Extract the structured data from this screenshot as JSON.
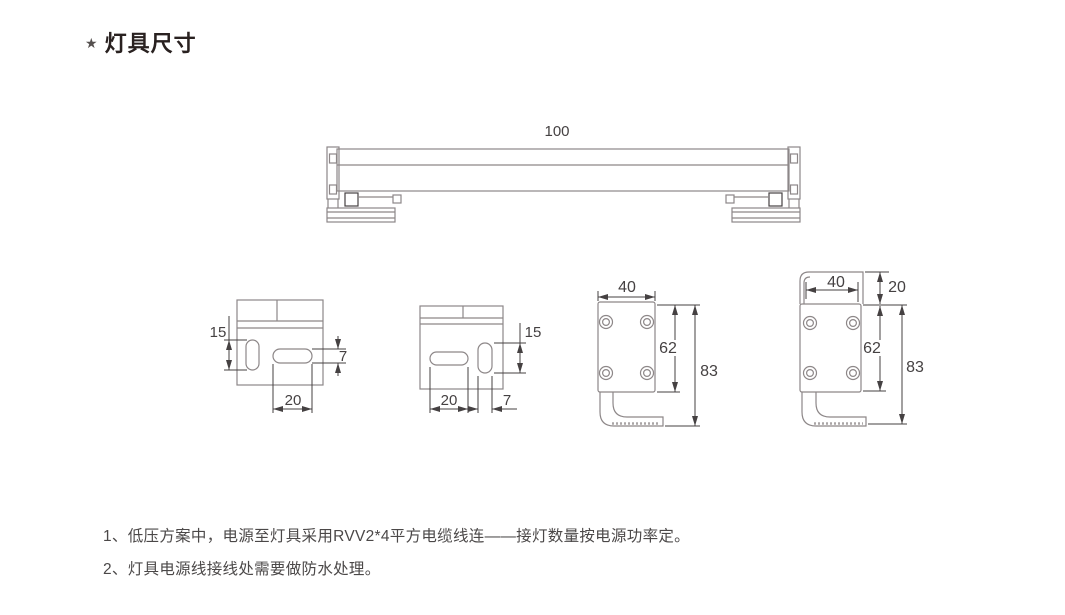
{
  "title": {
    "star": "★",
    "text": "灯具尺寸"
  },
  "front_view": {
    "length": "100"
  },
  "end_view_a": {
    "slot_height": "15",
    "slot_depth": "7",
    "slot_width": "20"
  },
  "end_view_b": {
    "slot_width": "20",
    "slot_height": "15",
    "slot_depth": "7"
  },
  "bracket_view_a": {
    "width": "40",
    "body_height": "62",
    "total_height": "83"
  },
  "bracket_view_b": {
    "width": "40",
    "flange_height": "20",
    "body_height": "62",
    "total_height": "83"
  },
  "notes": [
    "1、低压方案中，电源至灯具采用RVV2*4平方电缆线连——接灯数量按电源功率定。",
    "2、灯具电源线接线处需要做防水处理。"
  ],
  "colors": {
    "line-gray": "#8d8788",
    "line-dark": "#454142",
    "title-text": "#292120",
    "note-text": "#4b4848",
    "page-bg": "#ffffff"
  }
}
